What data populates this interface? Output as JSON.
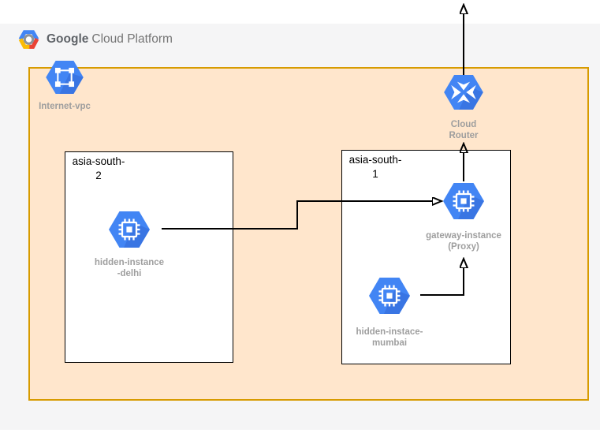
{
  "header": {
    "brand_bold": "Google",
    "brand_rest": "Cloud Platform"
  },
  "diagram": {
    "vpc_label": "Internet-vpc",
    "regions": {
      "south2": {
        "label": "asia-south-\n2"
      },
      "south1": {
        "label": "asia-south-\n1"
      }
    },
    "nodes": {
      "router": {
        "label": "Cloud\nRouter"
      },
      "delhi": {
        "label": "hidden-instance\n-delhi"
      },
      "gateway": {
        "label": "gateway-instance\n(Proxy)"
      },
      "mumbai": {
        "label": "hidden-instace-\nmumbai"
      }
    }
  },
  "colors": {
    "vpc_fill": "#FFE6CC",
    "vpc_border": "#D79B00",
    "icon_blue": "#4285F4",
    "icon_shadow_blue": "#3367D6",
    "label_gray": "#9E9E9E",
    "canvas_gray": "#F5F5F6",
    "logo_blue": "#4285F4",
    "logo_red": "#EA4335",
    "logo_yellow": "#FBBC05"
  }
}
